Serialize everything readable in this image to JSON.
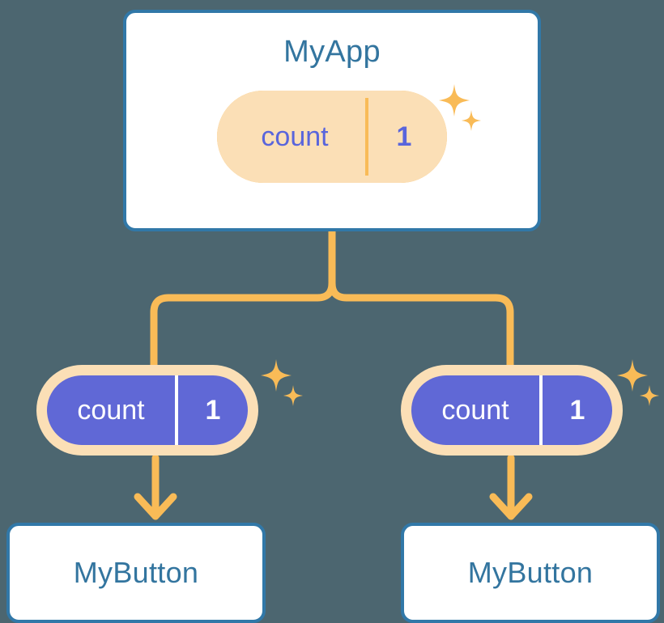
{
  "theme": {
    "background": "#4c6670",
    "card_border": "#3178a8",
    "card_fill": "#ffffff",
    "label_text": "#33759f",
    "pill_ring": "#f9bb57",
    "pill_glow": "#fbdfb6",
    "pill_fill_solid": "#6068d6",
    "state_text_purple": "#5965dc",
    "state_text_white": "#ffffff",
    "wire": "#f9bb57",
    "sparkle": "#f9bb57"
  },
  "diagram": {
    "type": "component-tree",
    "root": {
      "name": "root-component",
      "label": "MyApp",
      "state": {
        "key": "count",
        "value": "1",
        "style": "outline"
      },
      "sparkles": 2
    },
    "children": [
      {
        "name": "child-left",
        "state": {
          "key": "count",
          "value": "1",
          "style": "solid"
        },
        "sparkles": 2,
        "leaf": {
          "name": "button-left",
          "label": "MyButton"
        }
      },
      {
        "name": "child-right",
        "state": {
          "key": "count",
          "value": "1",
          "style": "solid"
        },
        "sparkles": 2,
        "leaf": {
          "name": "button-right",
          "label": "MyButton"
        }
      }
    ],
    "icons": {
      "sparkle_large": "sparkle-icon",
      "sparkle_small": "sparkle-icon",
      "arrow": "arrow-down-icon"
    }
  }
}
